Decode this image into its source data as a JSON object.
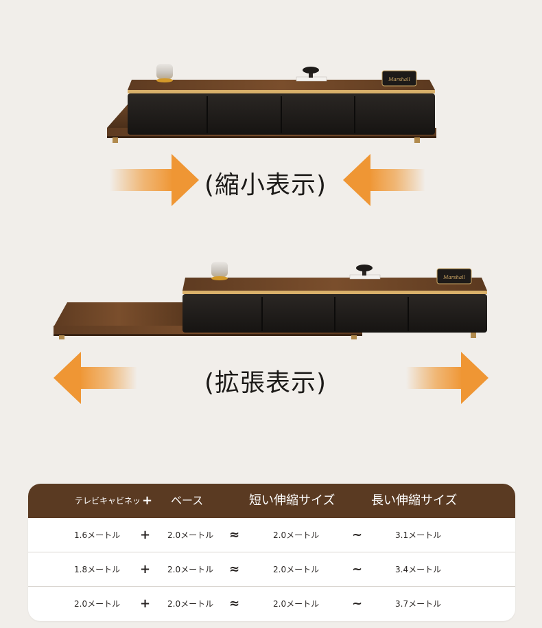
{
  "labels": {
    "compact": "(縮小表示)",
    "expanded": "(拡張表示)"
  },
  "table": {
    "headers": {
      "cabinet": "テレビキャビネッ",
      "plus": "+",
      "base": "ベース",
      "short": "短い伸縮サイズ",
      "long": "長い伸縮サイズ"
    },
    "rows": [
      {
        "cabinet": "1.6メートル",
        "plus": "+",
        "base": "2.0メートル",
        "approx": "≈",
        "short": "2.0メートル",
        "tilde": "~",
        "long": "3.1メートル"
      },
      {
        "cabinet": "1.8メートル",
        "plus": "+",
        "base": "2.0メートル",
        "approx": "≈",
        "short": "2.0メートル",
        "tilde": "~",
        "long": "3.4メートル"
      },
      {
        "cabinet": "2.0メートル",
        "plus": "+",
        "base": "2.0メートル",
        "approx": "≈",
        "short": "2.0メートル",
        "tilde": "~",
        "long": "3.7メートル"
      }
    ]
  },
  "speaker_brand": "Marshall",
  "colors": {
    "background": "#f1eeea",
    "walnut": "#6b4426",
    "cabinet_black": "#1f1c1a",
    "gold_trim": "#d9b06a",
    "arrow_orange": "#ef9a3a",
    "table_header": "#5a3a22"
  }
}
